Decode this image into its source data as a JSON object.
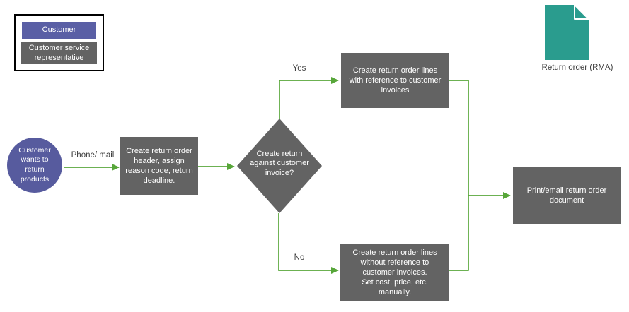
{
  "legend": {
    "items": [
      {
        "label": "Customer",
        "color": "#5a5fa5"
      },
      {
        "label": "Customer service\nrepresentative",
        "color": "#636363"
      }
    ]
  },
  "flowchart": {
    "start": {
      "label": "Customer\nwants to\nreturn\nproducts"
    },
    "process_create_header": {
      "label": "Create return order\nheader, assign\nreason code, return\ndeadline."
    },
    "decision_invoice": {
      "label": "Create return\nagainst customer\ninvoice?"
    },
    "process_with_reference": {
      "label": "Create return order lines\nwith reference to customer\ninvoices"
    },
    "process_without_reference": {
      "label": "Create return order lines\nwithout reference to\ncustomer invoices.\nSet cost, price, etc.\nmanually."
    },
    "process_print_email": {
      "label": "Print/email return order\ndocument"
    },
    "edge_labels": {
      "phone_mail": "Phone/ mail",
      "yes": "Yes",
      "no": "No"
    }
  },
  "artifact": {
    "label": "Return order (RMA)",
    "color": "#2a9c8e"
  },
  "colors": {
    "node_gray": "#636363",
    "start_purple": "#575b9e",
    "legend_purple": "#5a5fa5",
    "connector_green": "#57a639",
    "artifact_teal": "#2a9c8e"
  }
}
